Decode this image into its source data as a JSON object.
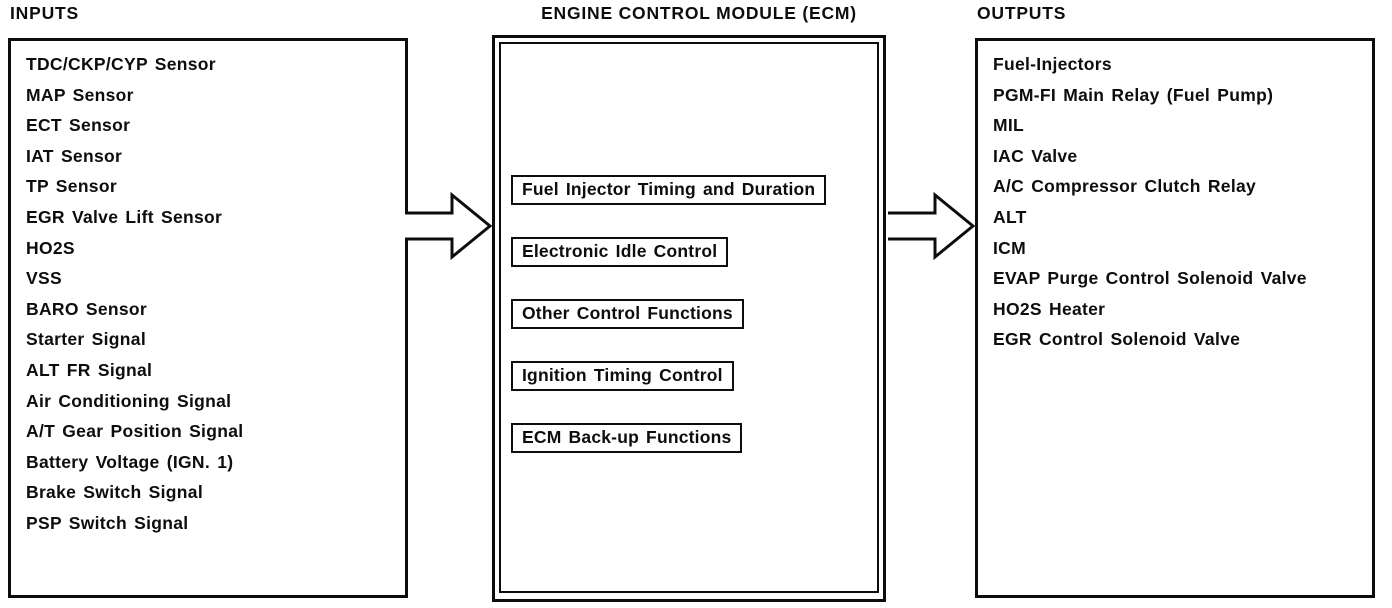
{
  "diagram": {
    "inputs": {
      "title": "INPUTS",
      "items": [
        "TDC/CKP/CYP Sensor",
        "MAP Sensor",
        "ECT Sensor",
        "IAT Sensor",
        "TP Sensor",
        "EGR Valve Lift Sensor",
        "HO2S",
        "VSS",
        "BARO Sensor",
        "Starter Signal",
        "ALT FR Signal",
        "Air Conditioning Signal",
        "A/T Gear Position Signal",
        "Battery Voltage (IGN. 1)",
        "Brake Switch Signal",
        "PSP Switch Signal"
      ]
    },
    "ecm": {
      "title": "ENGINE CONTROL MODULE (ECM)",
      "functions": [
        "Fuel Injector Timing and Duration",
        "Electronic Idle Control",
        "Other Control Functions",
        "Ignition Timing Control",
        "ECM Back-up Functions"
      ]
    },
    "outputs": {
      "title": "OUTPUTS",
      "items": [
        "Fuel-Injectors",
        "PGM-FI Main Relay (Fuel Pump)",
        "MIL",
        "IAC Valve",
        "A/C Compressor Clutch Relay",
        "ALT",
        "ICM",
        "EVAP Purge Control Solenoid Valve",
        "HO2S Heater",
        "EGR Control Solenoid Valve"
      ]
    },
    "colors": {
      "foreground": "#0d0d0d",
      "background": "#ffffff"
    }
  }
}
